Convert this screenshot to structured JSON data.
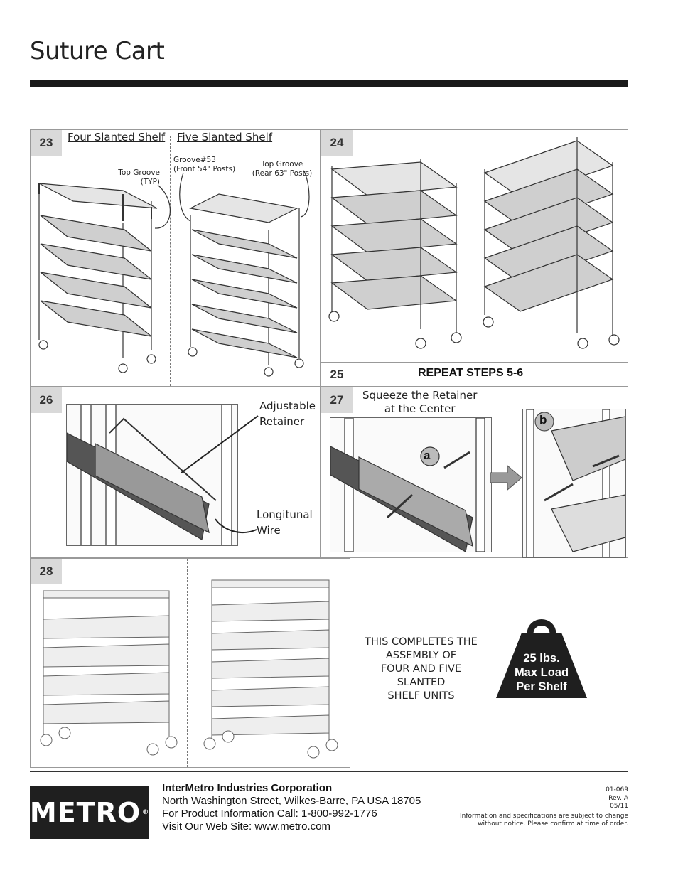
{
  "title": "Suture Cart",
  "steps": {
    "s23": {
      "num": "23",
      "label_four": "Four Slanted Shelf",
      "label_five": "Five Slanted Shelf",
      "top_groove_typ_1": "Top Groove",
      "top_groove_typ_2": "(TYP)",
      "groove53_1": "Groove#53",
      "groove53_2": "(Front 54\" Posts)",
      "top_groove_rear_1": "Top Groove",
      "top_groove_rear_2": "(Rear 63\" Posts)"
    },
    "s24": {
      "num": "24"
    },
    "s25": {
      "num": "25",
      "text": "REPEAT STEPS 5-6"
    },
    "s26": {
      "num": "26",
      "adjustable_1": "Adjustable",
      "adjustable_2": "Retainer",
      "longitunal_1": "Longitunal",
      "longitunal_2": "Wire"
    },
    "s27": {
      "num": "27",
      "squeeze_1": "Squeeze the Retainer",
      "squeeze_2": "at the Center",
      "callout_a": "a",
      "callout_b": "b"
    },
    "s28": {
      "num": "28",
      "complete_1": "THIS COMPLETES THE",
      "complete_2": "ASSEMBLY OF",
      "complete_3": "FOUR AND FIVE SLANTED",
      "complete_4": "SHELF UNITS",
      "weight_1": "25 lbs.",
      "weight_2": "Max Load",
      "weight_3": "Per Shelf"
    }
  },
  "footer": {
    "logo": "METRO",
    "logo_reg": "®",
    "company": "InterMetro Industries Corporation",
    "address": "North Washington Street, Wilkes-Barre, PA USA 18705",
    "phone": "For Product Information Call: 1-800-992-1776",
    "web": "Visit Our Web Site: www.metro.com",
    "doc_id": "L01-069",
    "rev": "Rev. A",
    "date": "05/11",
    "notice_1": "Information and specifications are subject to change",
    "notice_2": "without notice. Please confirm at time of order."
  },
  "colors": {
    "title_bar": "#1a1a1a",
    "step_num_bg": "#d9d9d9",
    "logo_bg": "#1f1f1f",
    "weight_bg": "#1f1f1f"
  }
}
